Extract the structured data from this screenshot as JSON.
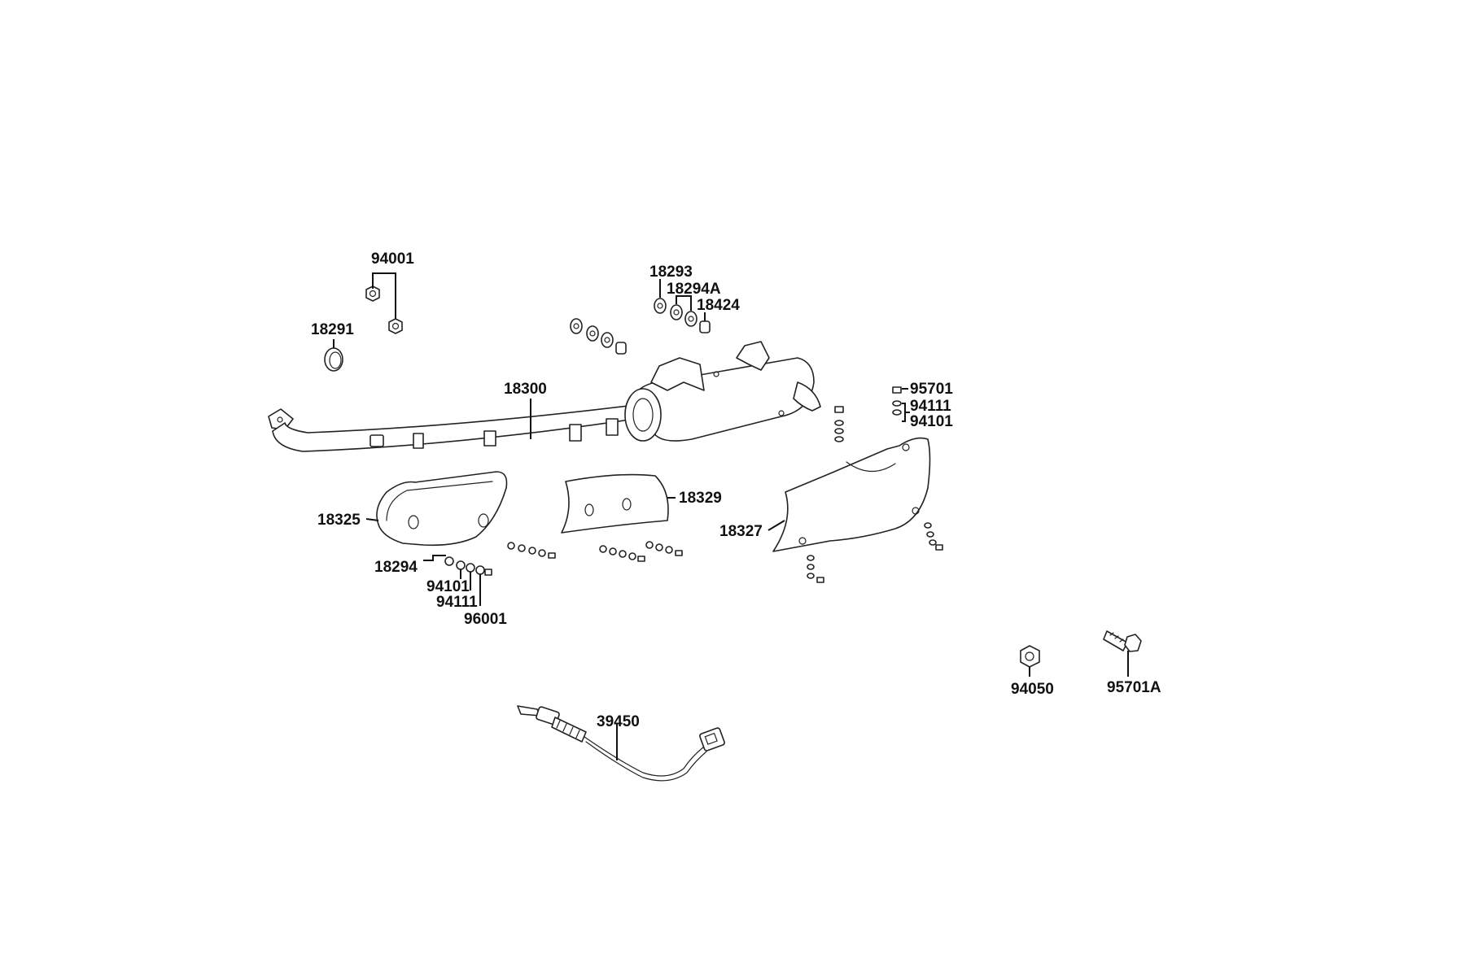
{
  "diagram": {
    "part_labels": {
      "p94001": "94001",
      "p18291": "18291",
      "p18293": "18293",
      "p18294A": "18294A",
      "p18424": "18424",
      "p18300": "18300",
      "p95701": "95701",
      "p94111_right": "94111",
      "p94101_right": "94101",
      "p18329": "18329",
      "p18325": "18325",
      "p18327": "18327",
      "p18294": "18294",
      "p94101_left": "94101",
      "p94111_left": "94111",
      "p96001": "96001",
      "p94050": "94050",
      "p95701A": "95701A",
      "p39450": "39450"
    }
  }
}
